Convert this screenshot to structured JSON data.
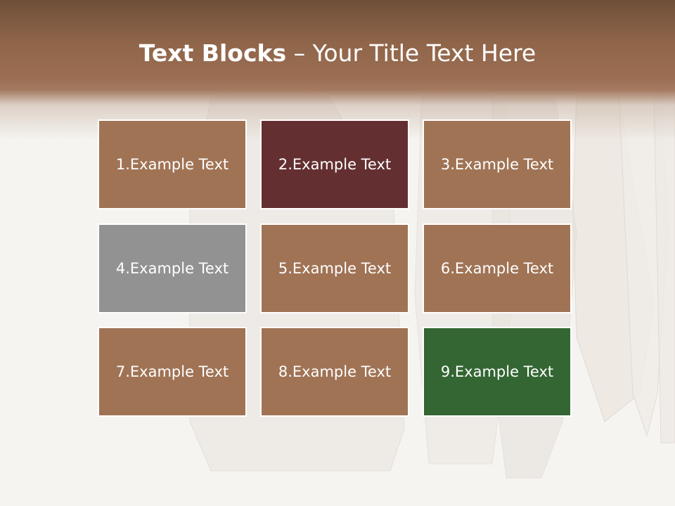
{
  "title": {
    "bold_part": "Text Blocks",
    "separator": " – ",
    "rest": "Your Title Text Here"
  },
  "colors": {
    "header_brown": "#8f6549",
    "block_brown": "#a07355",
    "block_maroon": "#642f31",
    "block_gray": "#929292",
    "block_green": "#336633"
  },
  "blocks": [
    {
      "label": "1.Example Text",
      "color": "#a07355"
    },
    {
      "label": "2.Example Text",
      "color": "#642f31"
    },
    {
      "label": "3.Example Text",
      "color": "#a07355"
    },
    {
      "label": "4.Example Text",
      "color": "#929292"
    },
    {
      "label": "5.Example Text",
      "color": "#a07355"
    },
    {
      "label": "6.Example Text",
      "color": "#a07355"
    },
    {
      "label": "7.Example Text",
      "color": "#a07355"
    },
    {
      "label": "8.Example Text",
      "color": "#a07355"
    },
    {
      "label": "9.Example Text",
      "color": "#336633"
    }
  ]
}
